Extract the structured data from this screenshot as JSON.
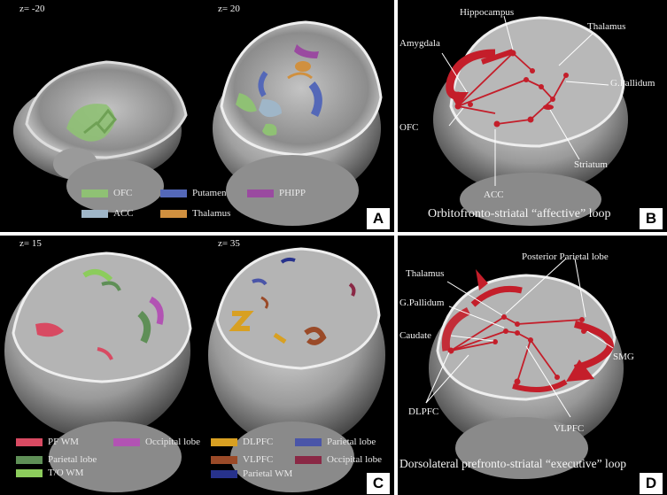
{
  "colors": {
    "ofc": "#8fc174",
    "acc": "#9fb6c8",
    "putamen": "#5468b8",
    "thalamus": "#d0903f",
    "phipp": "#9a4aa0",
    "pf_wm": "#d84a62",
    "parietal_lobe_c": "#5f8f57",
    "to_wm": "#8ccc5c",
    "occipital_lobe_c": "#b253b3",
    "dlpfc": "#d8a022",
    "vlpfc": "#9a4a28",
    "parietal_wm": "#27328c",
    "parietal_lobe_c2": "#4a55a8",
    "occipital_lobe_c2": "#8a2845",
    "pathway": "#c41e2a"
  },
  "panel_a": {
    "letter": "A",
    "slice_left": "z= -20",
    "slice_right": "z= 20",
    "legend": [
      "OFC",
      "Putamen",
      "PHIPP",
      "ACC",
      "Thalamus"
    ]
  },
  "panel_b": {
    "letter": "B",
    "caption": "Orbitofronto-striatal “affective” loop",
    "labels": {
      "hippocampus": "Hippocampus",
      "thalamus": "Thalamus",
      "amygdala": "Amygdala",
      "g_pallidum": "G.Pallidum",
      "ofc": "OFC",
      "striatum": "Striatum",
      "acc": "ACC"
    }
  },
  "panel_c": {
    "letter": "C",
    "slice_left": "z= 15",
    "slice_right": "z= 35",
    "legend": [
      "PF WM",
      "Occipital lobe",
      "DLPFC",
      "Parietal lobe",
      "Parietal lobe",
      "VLPFC",
      "Occipital lobe",
      "T/O WM",
      "Parietal WM"
    ]
  },
  "panel_d": {
    "letter": "D",
    "caption": "Dorsolateral prefronto-striatal “executive” loop",
    "labels": {
      "posterior_parietal": "Posterior Parietal lobe",
      "thalamus": "Thalamus",
      "g_pallidum": "G.Pallidum",
      "caudate": "Caudate",
      "smg": "SMG",
      "dlpfc": "DLPFC",
      "vlpfc": "VLPFC"
    }
  }
}
